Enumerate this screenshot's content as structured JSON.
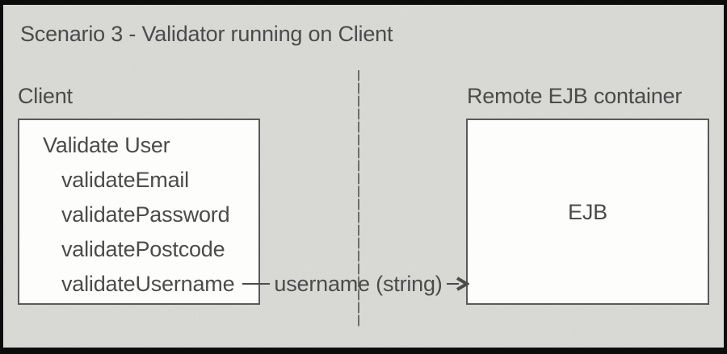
{
  "diagram": {
    "title": "Scenario 3 - Validator running on Client",
    "client": {
      "label": "Client",
      "box_title": "Validate User",
      "methods": [
        "validateEmail",
        "validatePassword",
        "validatePostcode",
        "validateUsername"
      ]
    },
    "remote": {
      "label": "Remote EJB container",
      "box_label": "EJB"
    },
    "connector": {
      "label": "username (string)",
      "arrow_icon": "arrow-right"
    },
    "colors": {
      "background": "#d9d9d5",
      "frame": "#0c0c0c",
      "box_fill": "#fdfdfb",
      "box_border": "#595959",
      "text": "#4b4b4a",
      "divider": "#6e6e6e"
    }
  }
}
